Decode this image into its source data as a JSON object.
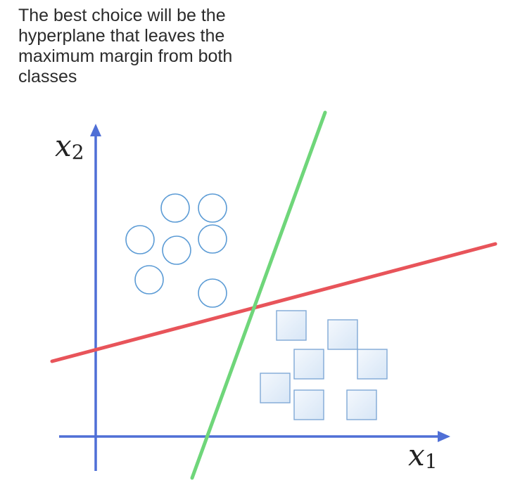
{
  "caption": {
    "lines": [
      "The best choice will be the",
      "hyperplane that leaves the",
      "maximum margin from both",
      "classes"
    ]
  },
  "axes": {
    "x_label": {
      "base": "x",
      "sub": "1"
    },
    "y_label": {
      "base": "x",
      "sub": "2"
    }
  },
  "colors": {
    "axis": "#4f6fd6",
    "line_red": "#e8545a",
    "line_green": "#6fd67a",
    "circle_stroke": "#5b9bd5",
    "square_stroke": "#7fa9d6",
    "square_fill": "#e4effa"
  },
  "icons": {
    "class_a": "circle-marker",
    "class_b": "square-marker"
  }
}
